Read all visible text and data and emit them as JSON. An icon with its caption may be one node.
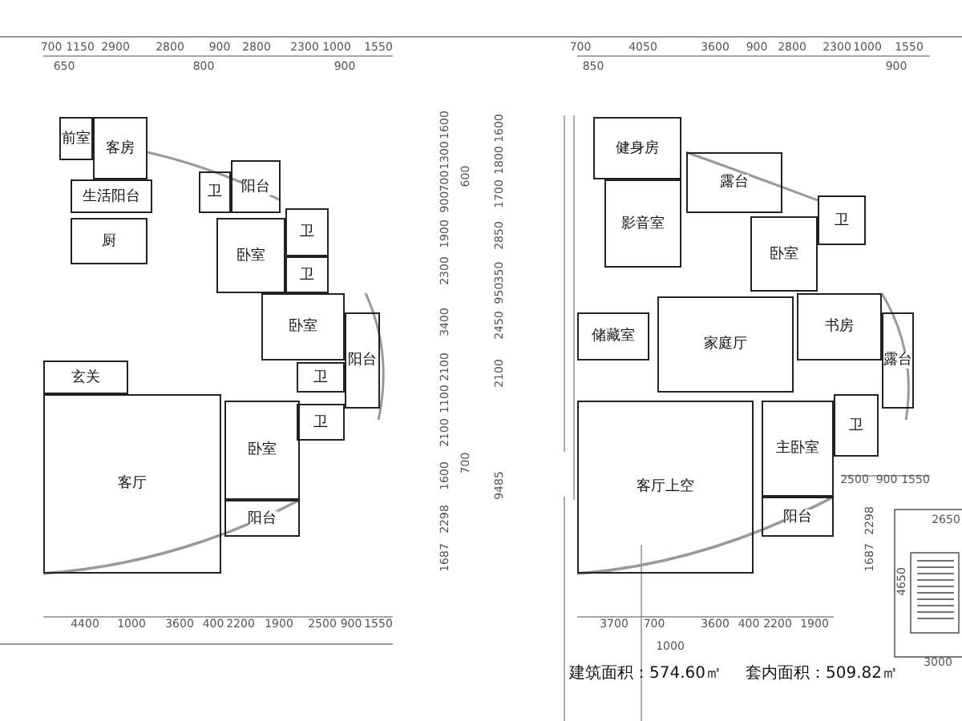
{
  "diagram": {
    "nodes": [
      {
        "text": [
          "前室"
        ]
      },
      {
        "text": [
          "客房"
        ]
      },
      {
        "text": [
          "生活阳台"
        ]
      },
      {
        "text": [
          "卫"
        ]
      },
      {
        "text": [
          "阳台"
        ]
      },
      {
        "text": [
          "厨"
        ]
      },
      {
        "text": [
          "卧室"
        ]
      },
      {
        "text": [
          "卫"
        ]
      },
      {
        "text": [
          "卫"
        ]
      },
      {
        "text": [
          "卧室"
        ]
      },
      {
        "text": [
          "阳台"
        ]
      },
      {
        "text": [
          "玄关"
        ]
      },
      {
        "text": [
          "客厅"
        ]
      },
      {
        "text": [
          "卫"
        ]
      },
      {
        "text": [
          "卫"
        ]
      },
      {
        "text": [
          "卧室"
        ]
      },
      {
        "text": [
          "阳台"
        ]
      },
      {
        "text": [
          "健身房"
        ]
      },
      {
        "text": [
          "露台"
        ]
      },
      {
        "text": [
          "影音室"
        ]
      },
      {
        "text": [
          "卫"
        ]
      },
      {
        "text": [
          "卧室"
        ]
      },
      {
        "text": [
          "储藏室"
        ]
      },
      {
        "text": [
          "家庭厅"
        ]
      },
      {
        "text": [
          "书房"
        ]
      },
      {
        "text": [
          "露台"
        ]
      },
      {
        "text": [
          "卫"
        ]
      },
      {
        "text": [
          "主卧室"
        ]
      },
      {
        "text": [
          "客厅上空"
        ]
      },
      {
        "text": [
          "阳台"
        ]
      }
    ],
    "labels": [
      "700",
      "1150",
      "2900",
      "2800",
      "900",
      "2800",
      "2300",
      "1000",
      "1550",
      "650",
      "800",
      "900",
      "700",
      "4050",
      "3600",
      "900",
      "2800",
      "2300",
      "1000",
      "1550",
      "850",
      "900",
      "1600",
      "1800",
      "1700",
      "2850",
      "350",
      "950",
      "2450",
      "2100",
      "9485",
      "1600",
      "1300",
      "700",
      "900",
      "600",
      "1900",
      "2300",
      "3400",
      "2100",
      "1100",
      "2100",
      "700",
      "1600",
      "2298",
      "1687",
      "4400",
      "1000",
      "3600",
      "400",
      "2200",
      "1900",
      "2500",
      "900",
      "1550",
      "2500",
      "900",
      "1550",
      "2298",
      "1687",
      "2650",
      "4650",
      "3700",
      "700",
      "3600",
      "400",
      "2200",
      "1900",
      "1000",
      "3000",
      "建筑面积：574.60㎡",
      "套内面积：509.82㎡"
    ]
  }
}
